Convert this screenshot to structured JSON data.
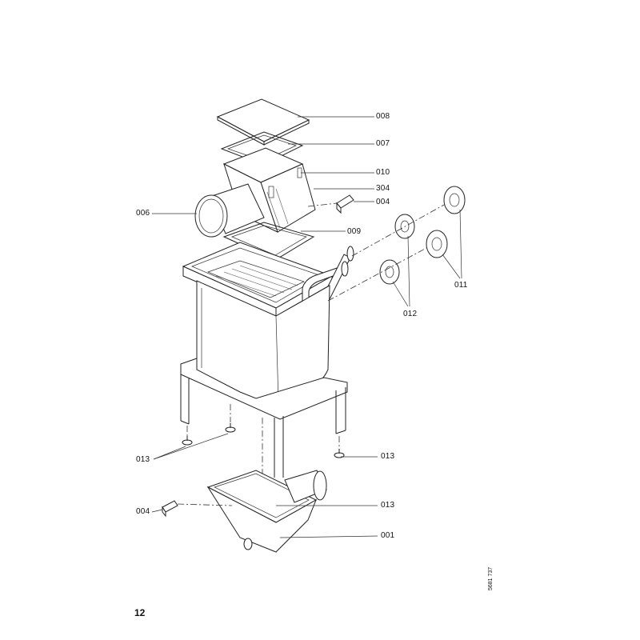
{
  "labels": {
    "l008": "008",
    "l007": "007",
    "l010": "010",
    "l304": "304",
    "l004a": "004",
    "l006": "006",
    "l009": "009",
    "l011": "011",
    "l012": "012",
    "l013a": "013",
    "l013b": "013",
    "l004b": "004",
    "l013c": "013",
    "l001": "001"
  },
  "page_number": "12",
  "doc_id": "5681 737"
}
